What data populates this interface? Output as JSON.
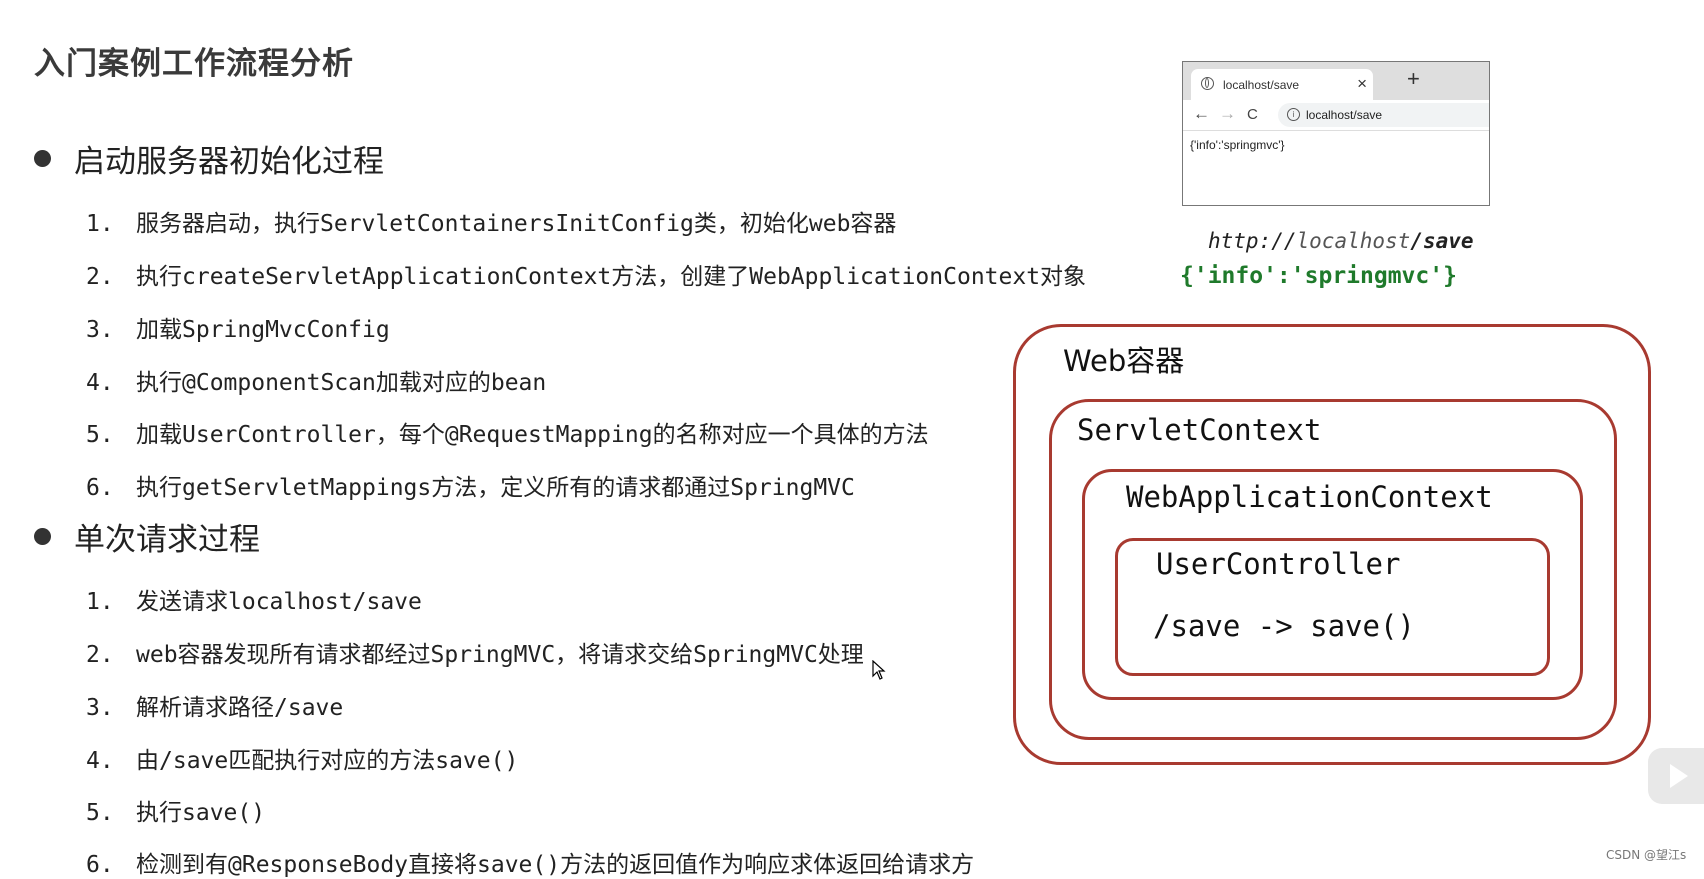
{
  "title": "入门案例工作流程分析",
  "sections": [
    {
      "heading": "启动服务器初始化过程",
      "steps": [
        {
          "num": "1.",
          "text": "服务器启动，执行ServletContainersInitConfig类，初始化web容器"
        },
        {
          "num": "2.",
          "text": "执行createServletApplicationContext方法，创建了WebApplicationContext对象"
        },
        {
          "num": "3.",
          "text": "加载SpringMvcConfig"
        },
        {
          "num": "4.",
          "text": "执行@ComponentScan加载对应的bean"
        },
        {
          "num": "5.",
          "text": "加载UserController，每个@RequestMapping的名称对应一个具体的方法"
        },
        {
          "num": "6.",
          "text": "执行getServletMappings方法，定义所有的请求都通过SpringMVC"
        }
      ]
    },
    {
      "heading": "单次请求过程",
      "steps": [
        {
          "num": "1.",
          "text": "发送请求localhost/save"
        },
        {
          "num": "2.",
          "text": "web容器发现所有请求都经过SpringMVC，将请求交给SpringMVC处理"
        },
        {
          "num": "3.",
          "text": "解析请求路径/save"
        },
        {
          "num": "4.",
          "text": "由/save匹配执行对应的方法save()"
        },
        {
          "num": "5.",
          "text": "执行save()"
        },
        {
          "num": "6.",
          "text": "检测到有@ResponseBody直接将save()方法的返回值作为响应求体返回给请求方"
        }
      ]
    }
  ],
  "browser": {
    "tab_title": "localhost/save",
    "tab_close": "×",
    "new_tab": "+",
    "back": "←",
    "forward": "→",
    "reload": "C",
    "url": "localhost/save",
    "content": "{'info':'springmvc'}"
  },
  "request": {
    "scheme": "http://",
    "host": "localhost",
    "path": "/save"
  },
  "response": "{'info':'springmvc'}",
  "diagram": {
    "web_container": "Web容器",
    "servlet_context": "ServletContext",
    "web_app_context": "WebApplicationContext",
    "controller": "UserController",
    "mapping": "/save -> save()",
    "border_color": "#a83a30"
  },
  "watermark": "CSDN @望江s"
}
